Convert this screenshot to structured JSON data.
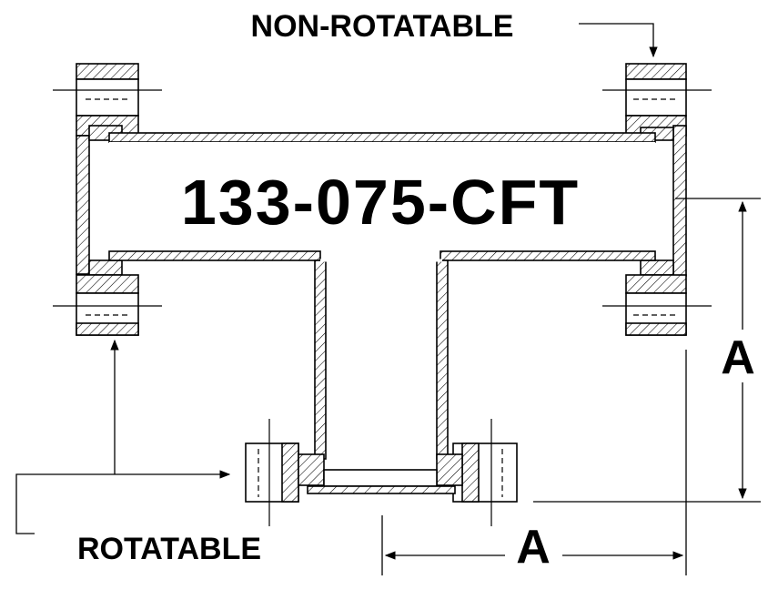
{
  "labels": {
    "part_number": "133-075-CFT",
    "non_rotatable": "NON-ROTATABLE",
    "rotatable": "ROTATABLE",
    "dim_vertical": "A",
    "dim_horizontal": "A"
  },
  "colors": {
    "line": "#000000",
    "background": "#ffffff"
  }
}
